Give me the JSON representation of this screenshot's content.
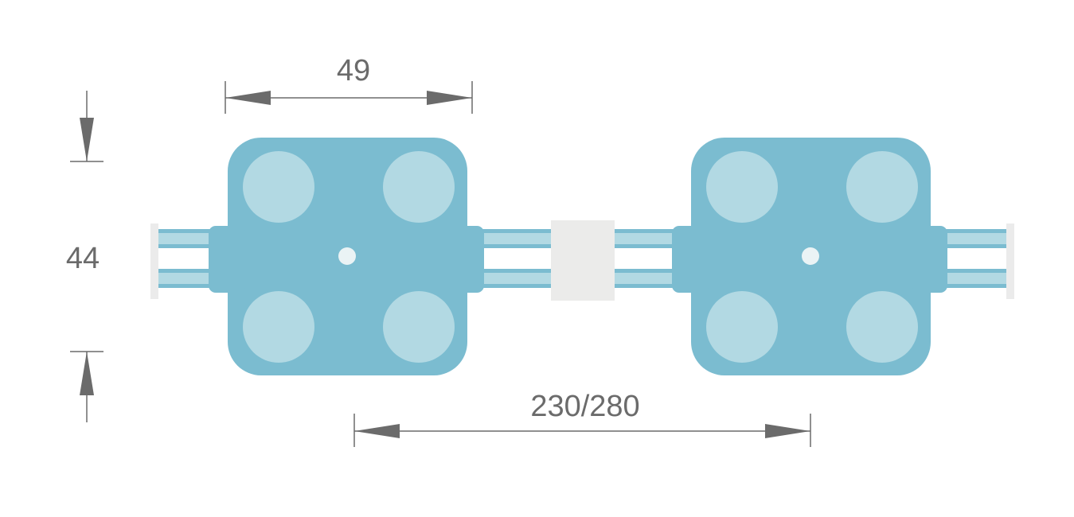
{
  "dimensions": {
    "module_width": "49",
    "module_height": "44",
    "pitch": "230/280"
  },
  "colors": {
    "module_body": "#7bbcd0",
    "led": "#b2d9e3",
    "screw_hole": "#eaf3f5",
    "cable_outer": "#7bbcd0",
    "cable_inner": "#b2d9e3",
    "connector_clip": "#ebebea",
    "end_cap": "#ebebeb",
    "dimension_line": "#6b6b6b"
  },
  "icons": {
    "arrowhead": "filled-triangle"
  }
}
